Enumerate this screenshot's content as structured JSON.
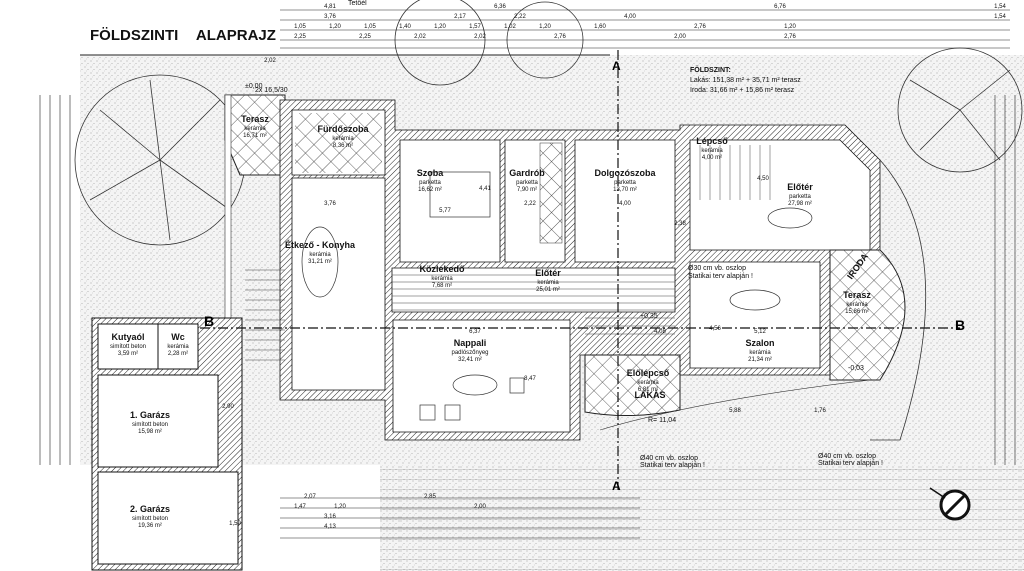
{
  "title": "FÖLDSZINTI ALAPRAJZ",
  "summary": {
    "heading": "FÖLDSZINT:",
    "lakas": "Lakás:  151,38 m² + 35,71 m² terasz",
    "iroda": "Iroda:    31,66 m² + 15,86 m² terasz"
  },
  "labels": {
    "tetoeles": "Tetőél",
    "section_b": "B",
    "section_a": "A",
    "iroda": "IRODA",
    "lakas": "LAKÁS",
    "pillar1": "Ø30 cm vb. oszlop",
    "pillar1b": "Statikai terv alapján !",
    "pillar2": "Ø40 cm vb. oszlop",
    "pillar2b": "Statikai terv alapján !",
    "pillar3": "Ø40 cm vb. oszlop",
    "pillar3b": "Statikai terv alapján !",
    "level0": "±0,00",
    "level1": "+0,35",
    "level2": "-0,03",
    "radius": "R= 11,04",
    "stairs": "2x 16,5/30"
  },
  "rooms": {
    "terasz1": {
      "name": "Terasz",
      "floor": "kerámia",
      "area": "16,71 m²"
    },
    "furdo": {
      "name": "Fürdőszoba",
      "floor": "kerámia",
      "area": "8,36 m²"
    },
    "szoba": {
      "name": "Szoba",
      "floor": "parketta",
      "area": "16,62 m²"
    },
    "gardrob": {
      "name": "Gardrób",
      "floor": "parketta",
      "area": "7,90 m²"
    },
    "dolgozo": {
      "name": "Dolgozószoba",
      "floor": "parketta",
      "area": "13,70 m²"
    },
    "lepcso": {
      "name": "Lépcső",
      "floor": "kerámia",
      "area": "4,00 m²"
    },
    "elotter_iroda": {
      "name": "Előtér",
      "floor": "parketta",
      "area": "27,98 m²"
    },
    "etkezo": {
      "name": "Étkező - Konyha",
      "floor": "kerámia",
      "area": "31,21 m²"
    },
    "kozlekedo": {
      "name": "Közlekedő",
      "floor": "kerámia",
      "area": "7,68 m²"
    },
    "eloter": {
      "name": "Előtér",
      "floor": "kerámia",
      "area": "25,01 m²"
    },
    "szalon": {
      "name": "Szalon",
      "floor": "kerámia",
      "area": "21,34 m²"
    },
    "terasz2": {
      "name": "Terasz",
      "floor": "kerámia",
      "area": "15,86 m²"
    },
    "nappali": {
      "name": "Nappali",
      "floor": "padlószőnyeg",
      "area": "32,41 m²"
    },
    "elolepcso": {
      "name": "Előlépcső",
      "floor": "kerámia",
      "area": "6,81 m²"
    },
    "kutyaol": {
      "name": "Kutyaól",
      "floor": "simított beton",
      "area": "3,59 m²"
    },
    "wc": {
      "name": "Wc",
      "floor": "kerámia",
      "area": "2,28 m²"
    },
    "garazs1": {
      "name": "1. Garázs",
      "floor": "simított beton",
      "area": "15,98 m²"
    },
    "garazs2": {
      "name": "2. Garázs",
      "floor": "simított beton",
      "area": "19,36 m²"
    }
  },
  "dimensions": [
    "4,81",
    "6,36",
    "6,76",
    "1,54",
    "3,76",
    "2,17",
    "2,22",
    "4,00",
    "1,54",
    "1,05",
    "1,20",
    "1,05",
    "1,40",
    "1,20",
    "1,57",
    "1,02",
    "1,20",
    "1,60",
    "2,76",
    "1,20",
    "2,25",
    "2,25",
    "2,02",
    "2,02",
    "2,76",
    "2,00",
    "2,76",
    "2,02",
    "5,77",
    "3,76",
    "2,22",
    "4,00",
    "6,37",
    "5,12",
    "4,08",
    "5,88",
    "1,76",
    "2,07",
    "2,85",
    "3,16",
    "4,13",
    "1,47",
    "1,20",
    "2,00",
    "1,59",
    "2,90",
    "4,41",
    "4,50",
    "8,47",
    "4,56",
    "2,38"
  ]
}
